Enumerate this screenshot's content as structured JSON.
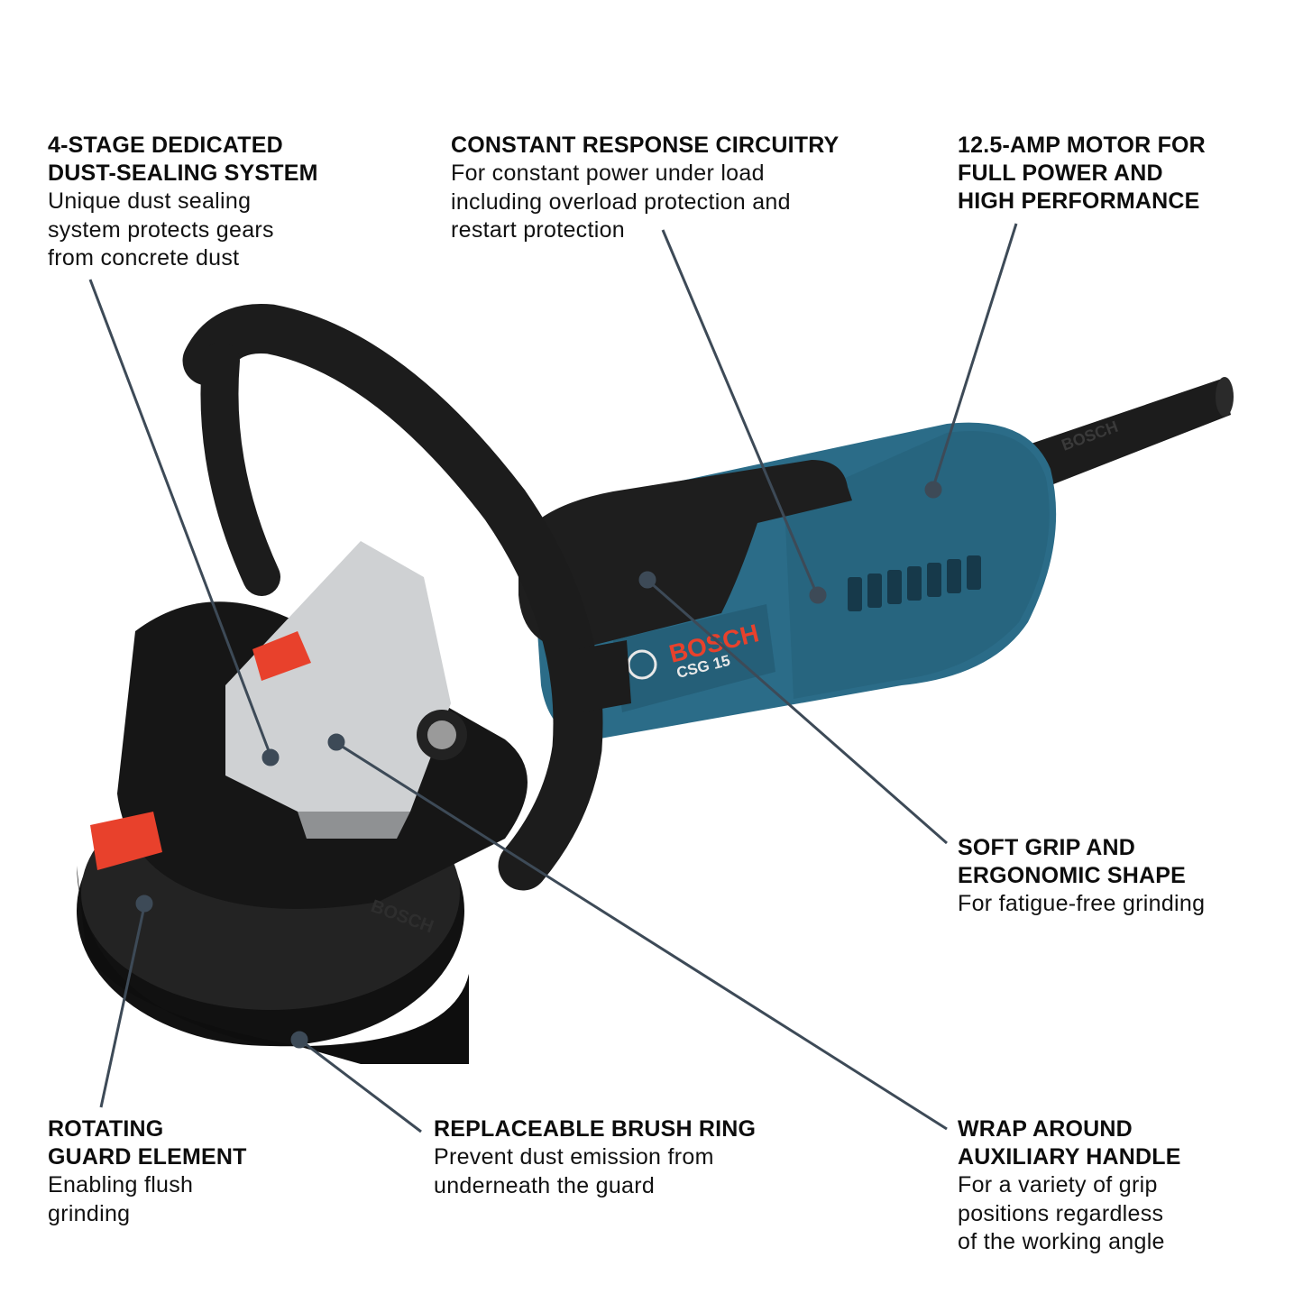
{
  "product": {
    "brand": "BOSCH",
    "model": "CSG 15",
    "cord_brand": "BOSCH",
    "guard_brand": "BOSCH",
    "colors": {
      "body_blue": "#2b6c88",
      "body_blue_dark": "#1d4f66",
      "black_plastic": "#1a1a1a",
      "grey_gear_housing": "#cfd1d3",
      "accent_red": "#e8412c",
      "leader_line": "#3d4a57"
    }
  },
  "callouts": [
    {
      "id": "dust-sealing",
      "title": "4-STAGE DEDICATED\nDUST-SEALING SYSTEM",
      "description": "Unique dust sealing\nsystem protects gears\nfrom concrete dust"
    },
    {
      "id": "constant-response",
      "title": "CONSTANT RESPONSE CIRCUITRY",
      "description": "For constant power under load\nincluding overload protection and\nrestart protection"
    },
    {
      "id": "motor",
      "title": "12.5-AMP MOTOR FOR\nFULL POWER AND\nHIGH PERFORMANCE",
      "description": ""
    },
    {
      "id": "soft-grip",
      "title": "SOFT GRIP AND\nERGONOMIC SHAPE",
      "description": "For fatigue-free grinding"
    },
    {
      "id": "rotating-guard",
      "title": "ROTATING\nGUARD ELEMENT",
      "description": "Enabling flush\ngrinding"
    },
    {
      "id": "brush-ring",
      "title": "REPLACEABLE BRUSH RING",
      "description": "Prevent dust emission from\nunderneath the guard"
    },
    {
      "id": "aux-handle",
      "title": "WRAP AROUND\nAUXILIARY HANDLE",
      "description": "For a variety of grip\npositions regardless\nof the working angle"
    }
  ]
}
